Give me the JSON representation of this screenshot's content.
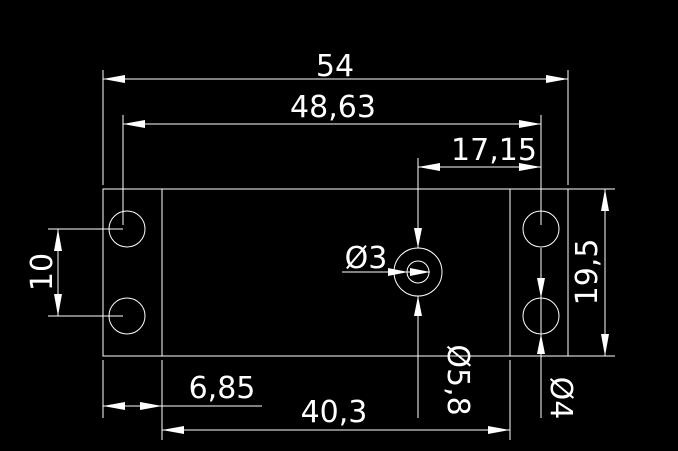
{
  "drawing": {
    "background": "#000000",
    "line_color": "#ffffff",
    "dimensions": {
      "overall_length": "54",
      "hole_spacing": "48,63",
      "center_to_right_hole": "17,15",
      "hole_vertical_spacing": "10",
      "height": "19,5",
      "left_offset": "6,85",
      "inner_width": "40,3",
      "small_hole_diameter": "Ø3",
      "large_circle_diameter": "Ø5,8",
      "side_hole_diameter": "Ø4"
    }
  }
}
